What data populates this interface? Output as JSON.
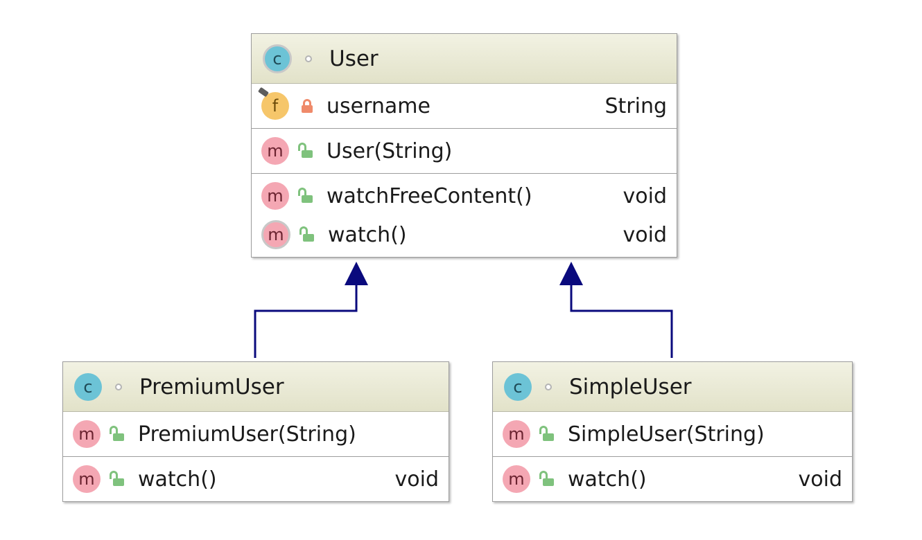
{
  "diagram": {
    "colors": {
      "arrow": "#0a0a7d",
      "header_gradient_top": "#f2f2e3",
      "header_gradient_bottom": "#e2e2c9",
      "class_icon": "#6cc3d6",
      "method_icon": "#f4a7b3",
      "field_icon": "#f6c66a",
      "public_lock": "#7fc27d",
      "private_lock": "#ef8a6a"
    },
    "classes": {
      "user": {
        "name": "User",
        "kind_letter": "c",
        "abstract": true,
        "visibility": "package-private",
        "fields": [
          {
            "kind_letter": "f",
            "visibility": "private",
            "name": "username",
            "type": "String"
          }
        ],
        "constructors": [
          {
            "kind_letter": "m",
            "visibility": "public",
            "name": "User(String)",
            "type": ""
          }
        ],
        "methods": [
          {
            "kind_letter": "m",
            "visibility": "public",
            "abstract": false,
            "name": "watchFreeContent()",
            "type": "void"
          },
          {
            "kind_letter": "m",
            "visibility": "public",
            "abstract": true,
            "name": "watch()",
            "type": "void"
          }
        ]
      },
      "premium_user": {
        "name": "PremiumUser",
        "kind_letter": "c",
        "abstract": false,
        "visibility": "package-private",
        "constructors": [
          {
            "kind_letter": "m",
            "visibility": "public",
            "name": "PremiumUser(String)",
            "type": ""
          }
        ],
        "methods": [
          {
            "kind_letter": "m",
            "visibility": "public",
            "abstract": false,
            "name": "watch()",
            "type": "void"
          }
        ]
      },
      "simple_user": {
        "name": "SimpleUser",
        "kind_letter": "c",
        "abstract": false,
        "visibility": "package-private",
        "constructors": [
          {
            "kind_letter": "m",
            "visibility": "public",
            "name": "SimpleUser(String)",
            "type": ""
          }
        ],
        "methods": [
          {
            "kind_letter": "m",
            "visibility": "public",
            "abstract": false,
            "name": "watch()",
            "type": "void"
          }
        ]
      }
    },
    "relations": [
      {
        "type": "generalization",
        "from": "PremiumUser",
        "to": "User"
      },
      {
        "type": "generalization",
        "from": "SimpleUser",
        "to": "User"
      }
    ]
  }
}
